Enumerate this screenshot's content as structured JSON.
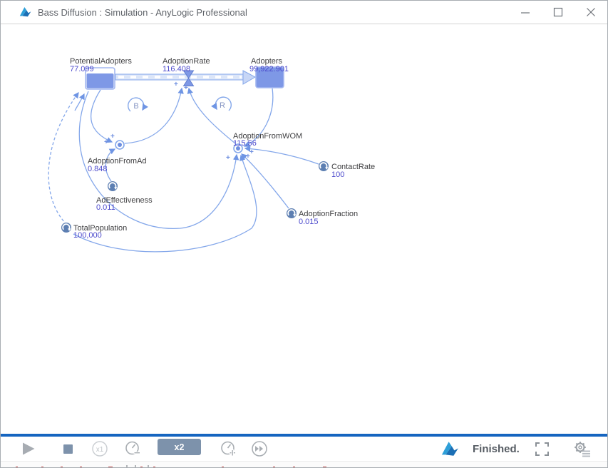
{
  "window": {
    "title": "Bass Diffusion : Simulation - AnyLogic Professional"
  },
  "diagram": {
    "potential_adopters": {
      "label": "PotentialAdopters",
      "value": "77.099"
    },
    "adoption_rate": {
      "label": "AdoptionRate",
      "value": "116.408"
    },
    "adopters": {
      "label": "Adopters",
      "value": "99,922.901"
    },
    "adoption_from_ad": {
      "label": "AdoptionFromAd",
      "value": "0.848"
    },
    "adoption_from_wom": {
      "label": "AdoptionFromWOM",
      "value": "115.56"
    },
    "ad_effectiveness": {
      "label": "AdEffectiveness",
      "value": "0.011"
    },
    "contact_rate": {
      "label": "ContactRate",
      "value": "100"
    },
    "adoption_fraction": {
      "label": "AdoptionFraction",
      "value": "0.015"
    },
    "total_population": {
      "label": "TotalPopulation",
      "value": "100,000"
    },
    "loop_b": "B",
    "loop_r": "R",
    "plus": "+"
  },
  "toolbar": {
    "x1_label": "x1",
    "speed_label": "x2",
    "status": "Finished."
  },
  "colors": {
    "separator_blue": "#1565c0",
    "diagram_line": "#84a7ea",
    "stock_fill": "#7e98e6",
    "value_text": "#4b49cc",
    "badge": "#7d92ab"
  }
}
